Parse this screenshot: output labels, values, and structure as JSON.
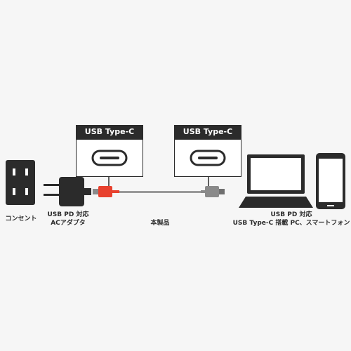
{
  "callouts": [
    {
      "label": "USB Type-C",
      "icon": "usb-c-port-icon"
    },
    {
      "label": "USB Type-C",
      "icon": "usb-c-port-icon"
    }
  ],
  "devices": {
    "outlet": {
      "label": "コンセント",
      "icon": "wall-outlet-icon"
    },
    "adapter": {
      "line1": "USB PD 対応",
      "line2": "ACアダプタ",
      "icon": "ac-adapter-icon"
    },
    "cable": {
      "label": "本製品",
      "icon": "usb-cable-icon"
    },
    "target": {
      "line1": "USB PD 対応",
      "line2": "USB Type-C 搭載 PC、スマートフォン",
      "icons": [
        "laptop-icon",
        "smartphone-icon"
      ]
    }
  },
  "colors": {
    "dark": "#2b2b2b",
    "connector_left": "#e8412e",
    "connector_right": "#8a8a8a",
    "cable": "#9a9a9a",
    "background": "#f6f6f6"
  }
}
